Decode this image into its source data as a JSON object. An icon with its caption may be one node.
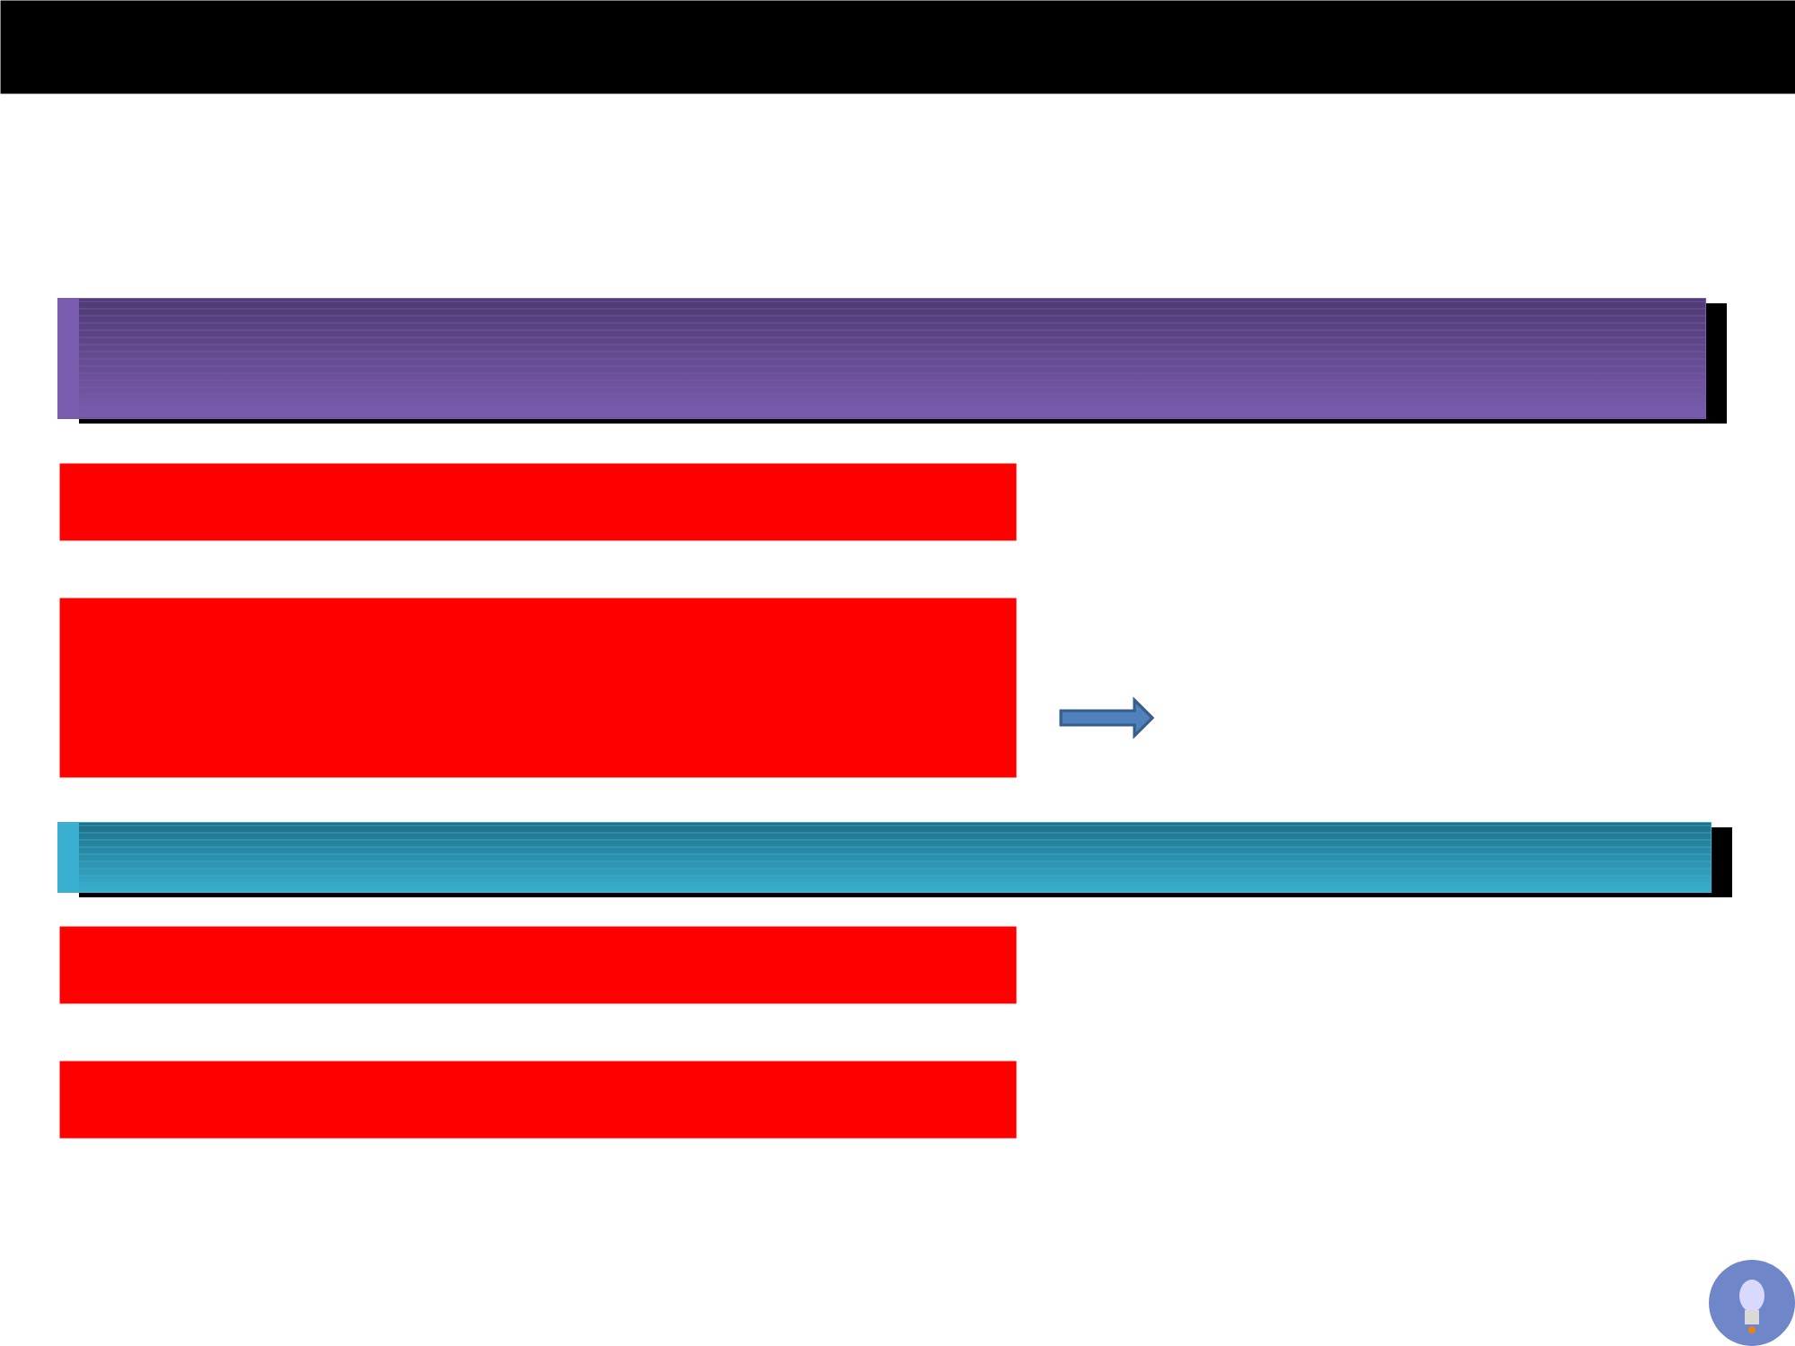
{
  "diagram": {
    "nodes": [
      {
        "text": [],
        "shape": "bar"
      },
      {
        "text": [],
        "shape": "bar"
      },
      {
        "text": [],
        "shape": "box"
      },
      {
        "text": [],
        "shape": "box"
      },
      {
        "text": [],
        "shape": "bar"
      },
      {
        "text": [],
        "shape": "box"
      },
      {
        "text": [],
        "shape": "box"
      }
    ]
  }
}
